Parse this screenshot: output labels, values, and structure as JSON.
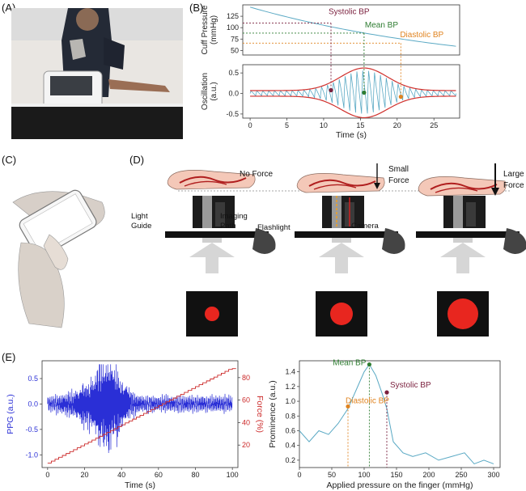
{
  "panels": {
    "A": "(A)",
    "B": "(B)",
    "C": "(C)",
    "D": "(D)",
    "E": "(E)"
  },
  "chart_data": [
    {
      "type": "line",
      "panel": "B-top",
      "ylabel": "Cuff Pressure\n(mmHg)",
      "yticks": [
        50,
        75,
        100,
        125
      ],
      "xlim": [
        -1,
        28.5
      ],
      "ylim": [
        40,
        150
      ],
      "series": [
        {
          "x": [
            0,
            4,
            8,
            12,
            16,
            20,
            24,
            28
          ],
          "values": [
            145,
            128,
            112,
            98,
            86,
            75,
            66,
            58
          ]
        }
      ],
      "annotations": [
        {
          "text": "Systolic BP",
          "color": "#7a1f3d",
          "x": 11,
          "y": 110
        },
        {
          "text": "Mean BP",
          "color": "#2f7d32",
          "x": 15.5,
          "y": 88
        },
        {
          "text": "Diastolic BP",
          "color": "#e0831f",
          "x": 20.5,
          "y": 66
        }
      ]
    },
    {
      "type": "line",
      "panel": "B-bottom",
      "xlabel": "Time (s)",
      "ylabel": "Oscillation\n(a.u.)",
      "xticks": [
        0,
        5,
        10,
        15,
        20,
        25
      ],
      "yticks": [
        -0.5,
        0.0,
        0.5
      ],
      "xlim": [
        -1,
        28.5
      ],
      "ylim": [
        -0.6,
        0.7
      ],
      "envelope_peak_x": 15.5,
      "points": [
        {
          "x": 11,
          "y": 0.08,
          "color": "#7a1f3d"
        },
        {
          "x": 15.5,
          "y": 0.02,
          "color": "#2f7d32"
        },
        {
          "x": 20.5,
          "y": -0.08,
          "color": "#e0831f"
        }
      ]
    },
    {
      "type": "line",
      "panel": "E-left",
      "xlabel": "Time (s)",
      "ylabel": "PPG (a.u.)",
      "y2label": "Force (%)",
      "xticks": [
        0,
        20,
        40,
        60,
        80,
        100
      ],
      "yticks": [
        -1.0,
        -0.5,
        0.0,
        0.5
      ],
      "y2ticks": [
        20,
        40,
        60,
        80
      ],
      "xlim": [
        -3,
        103
      ],
      "ylim": [
        -1.25,
        0.85
      ],
      "y2lim": [
        0,
        95
      ]
    },
    {
      "type": "line",
      "panel": "E-right",
      "xlabel": "Applied pressure on the finger (mmHg)",
      "ylabel": "Prominence (a.u.)",
      "xticks": [
        0,
        50,
        100,
        150,
        200,
        250,
        300
      ],
      "yticks": [
        0.2,
        0.4,
        0.6,
        0.8,
        1.0,
        1.2,
        1.4
      ],
      "xlim": [
        0,
        310
      ],
      "ylim": [
        0.1,
        1.55
      ],
      "series": [
        {
          "x": [
            0,
            15,
            30,
            45,
            60,
            75,
            90,
            100,
            108,
            118,
            128,
            135,
            145,
            160,
            175,
            195,
            215,
            235,
            255,
            270,
            285,
            300
          ],
          "values": [
            0.6,
            0.45,
            0.6,
            0.55,
            0.7,
            0.9,
            1.2,
            1.4,
            1.5,
            1.35,
            1.1,
            0.9,
            0.45,
            0.3,
            0.25,
            0.3,
            0.2,
            0.25,
            0.3,
            0.15,
            0.2,
            0.15
          ]
        }
      ],
      "annotations": [
        {
          "text": "Mean BP",
          "color": "#2f7d32",
          "x": 108,
          "y": 1.5
        },
        {
          "text": "Diastolic BP",
          "color": "#e0831f",
          "x": 75,
          "y": 0.93
        },
        {
          "text": "Systolic BP",
          "color": "#7a1f3d",
          "x": 135,
          "y": 1.12
        }
      ]
    }
  ],
  "panelD": {
    "labels": {
      "no_force": "No Force",
      "small_force": "Small\nForce",
      "large_force": "Large\nForce",
      "light_guide": "Light\nGuide",
      "imaging_path": "Imaging\nPath",
      "flashlight": "Flashlight",
      "camera": "Camera"
    },
    "spot_sizes": [
      "small",
      "medium",
      "large"
    ]
  },
  "colors": {
    "systolic": "#7a1f3d",
    "mean": "#2f7d32",
    "diastolic": "#e0831f",
    "ppg": "#2a2fd6",
    "force": "#cc2a2a",
    "teal": "#5aa9c4",
    "red_env": "#d0312d"
  }
}
